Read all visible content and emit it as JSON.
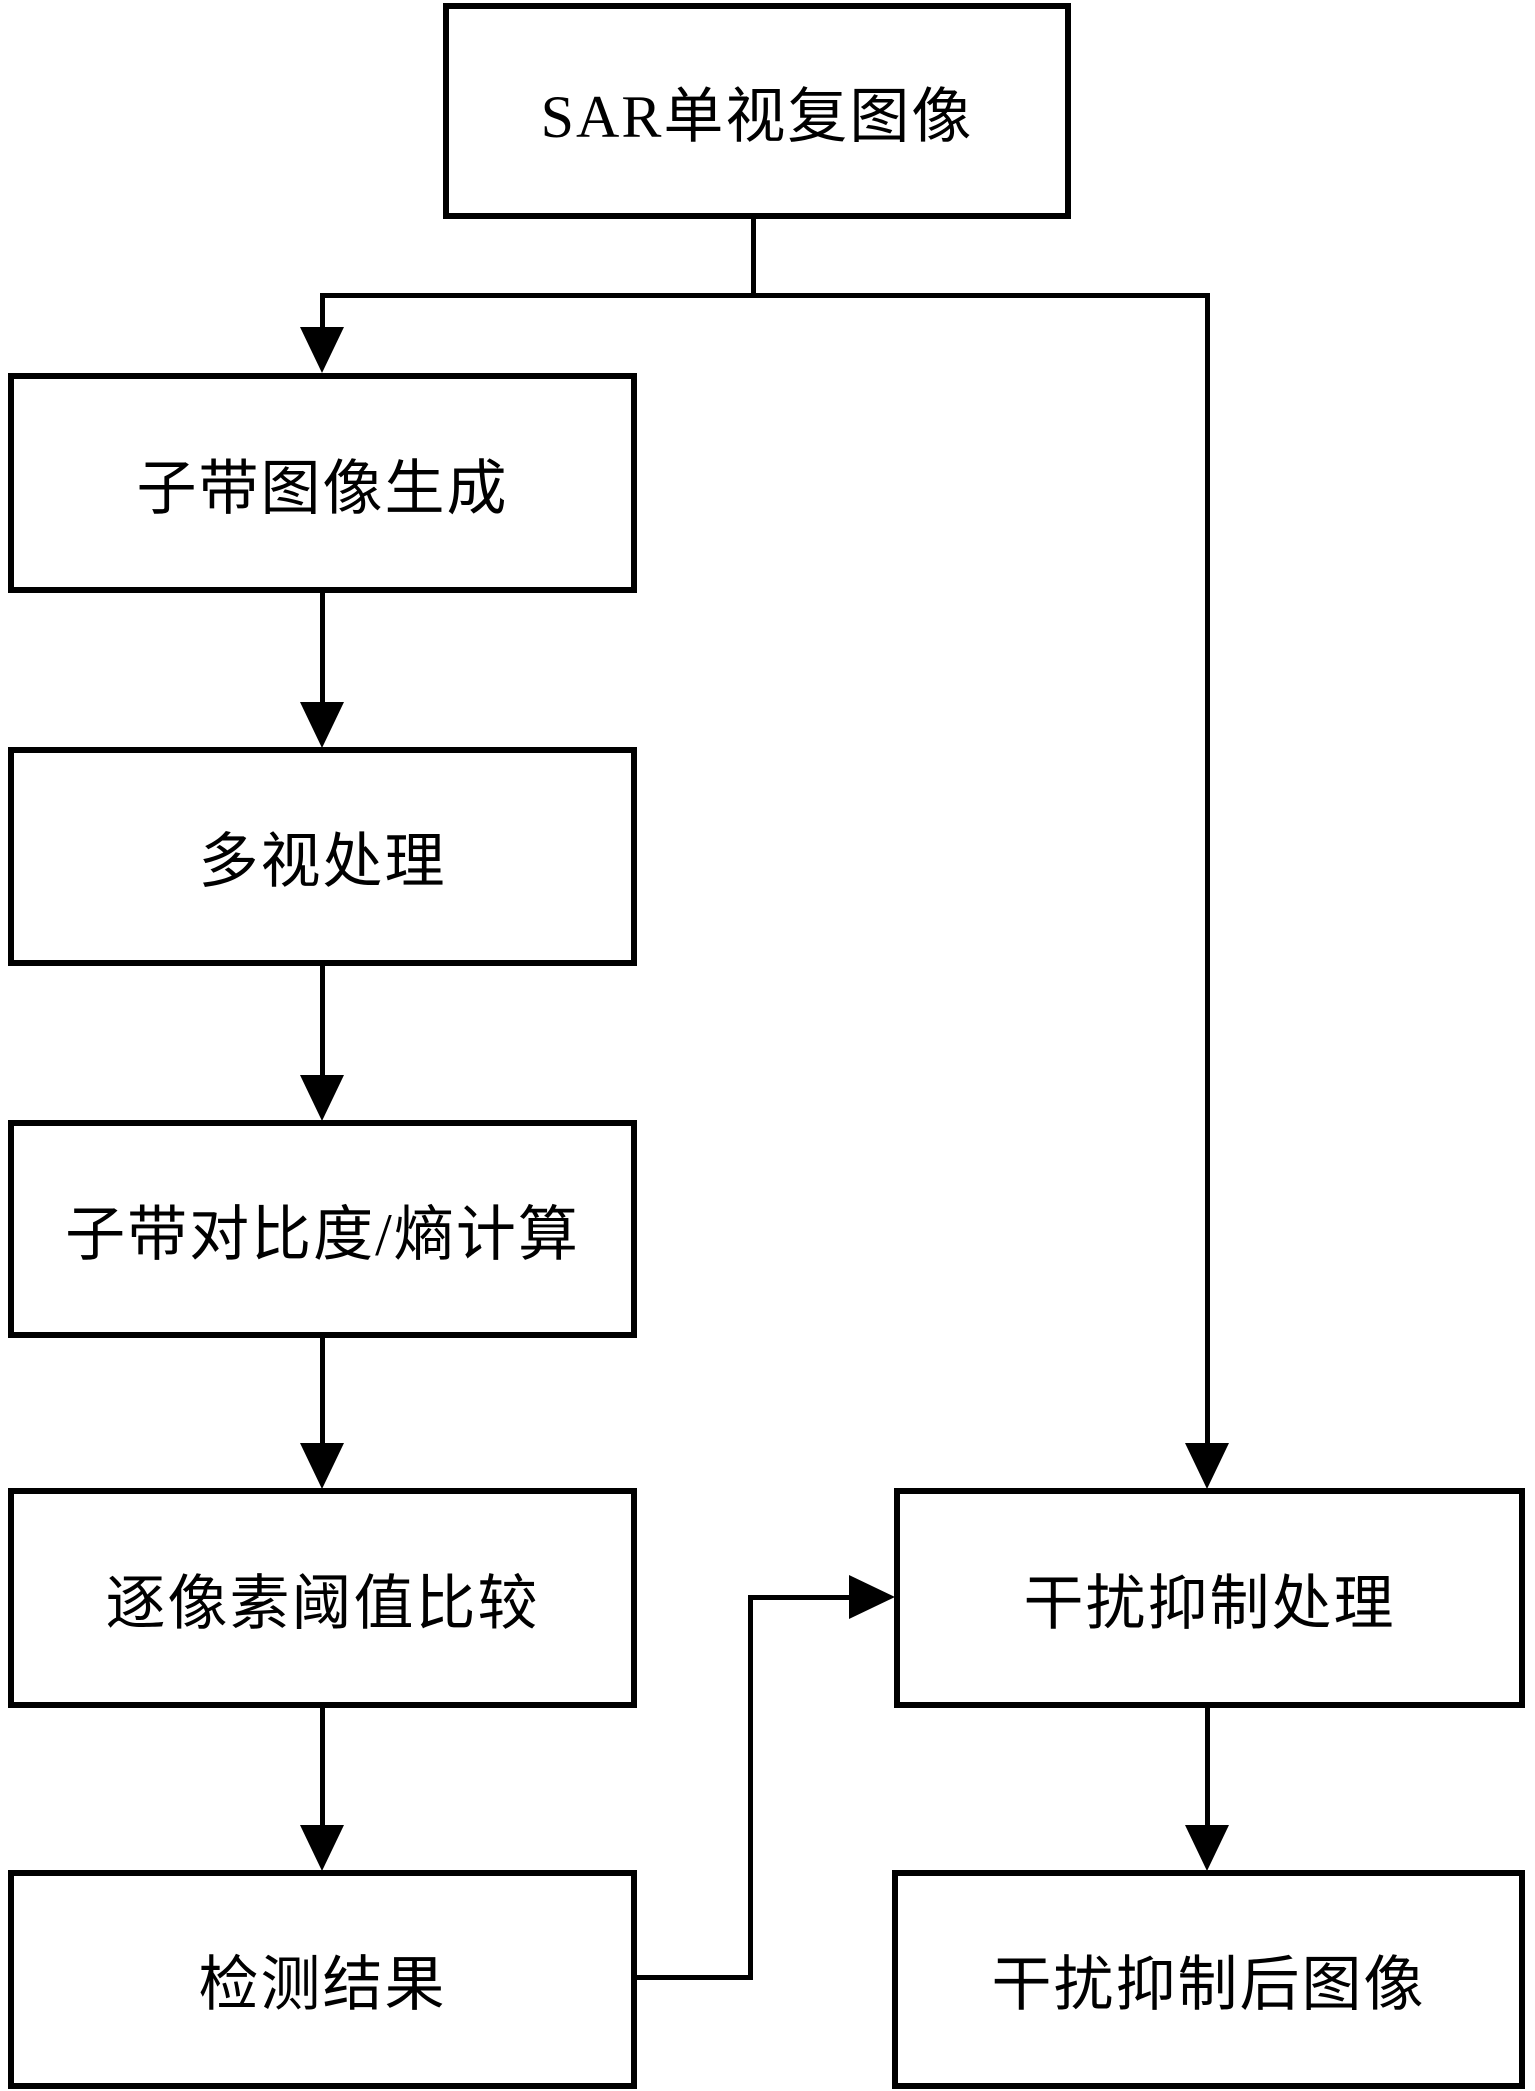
{
  "diagram": {
    "title": "SAR interference detection and suppression flowchart",
    "colors": {
      "line": "#000000",
      "background": "#ffffff",
      "text": "#000000"
    },
    "nodes": {
      "source": {
        "label": "SAR单视复图像"
      },
      "subband": {
        "label": "子带图像生成"
      },
      "multilook": {
        "label": "多视处理"
      },
      "contrast": {
        "label": "子带对比度/熵计算"
      },
      "threshold": {
        "label": "逐像素阈值比较"
      },
      "detection": {
        "label": "检测结果"
      },
      "suppression": {
        "label": "干扰抑制处理"
      },
      "output": {
        "label": "干扰抑制后图像"
      }
    }
  }
}
